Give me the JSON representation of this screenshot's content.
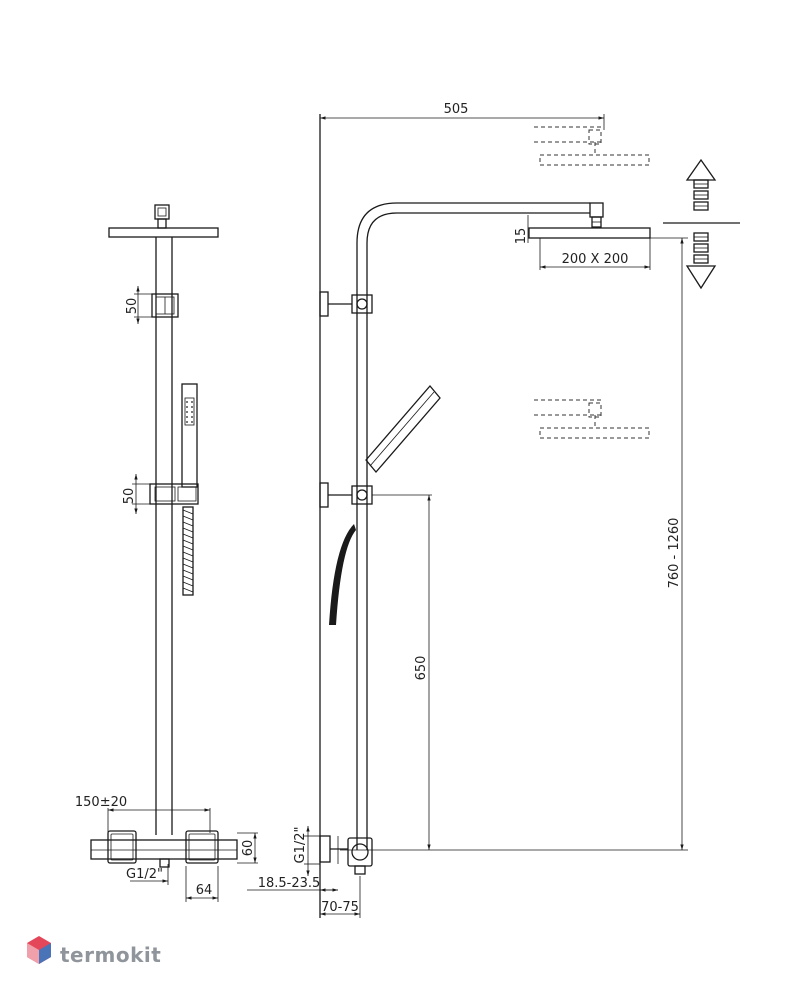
{
  "dimensions": {
    "top_width": "505",
    "head_thickness": "15",
    "head_size": "200 X 200",
    "holder_top": "50",
    "holder_mid": "50",
    "height_range": "760 - 1260",
    "handset_height": "650",
    "centers": "150±20",
    "mixer_height": "60",
    "inlet_left": "G1/2\"",
    "inlet_right": "G1/2\"",
    "mixer_depth": "64",
    "wall_offset": "18.5-23.5",
    "projection": "70-75"
  },
  "brand": {
    "name": "termokit",
    "icon": "hexagon-logo-icon",
    "colors": {
      "logo_red": "#e4475a",
      "logo_blue": "#4a74b8",
      "text": "#8f959b"
    }
  },
  "colors": {
    "line": "#1a1a1a"
  }
}
